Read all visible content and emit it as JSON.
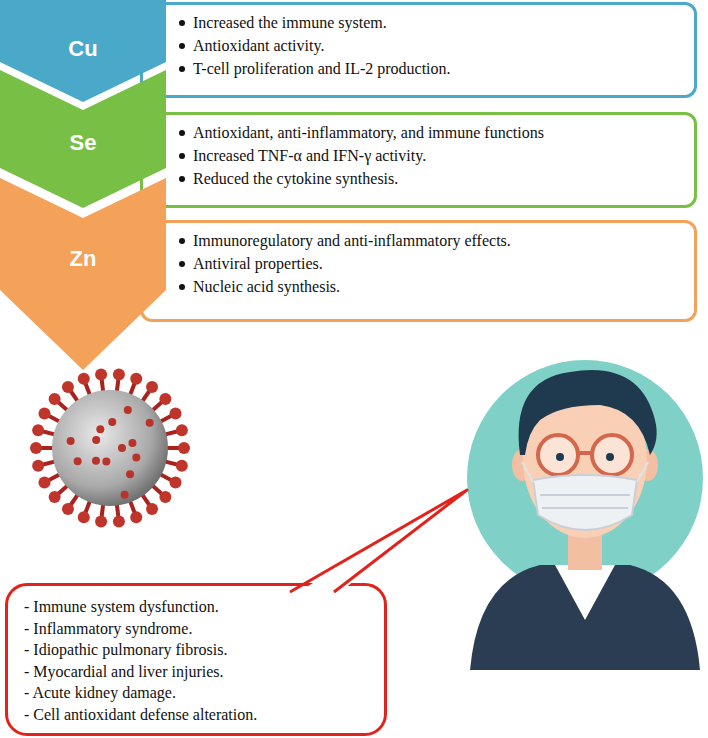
{
  "diagram": {
    "nodes": [
      {
        "text": [
          "Cu"
        ]
      },
      {
        "text": [
          "Increased the immune system.",
          "Antioxidant activity.",
          "T-cell proliferation and IL-2 production."
        ]
      },
      {
        "text": [
          "Se"
        ]
      },
      {
        "text": [
          "Antioxidant, anti-inflammatory, and immune functions",
          "Increased TNF-α and IFN-γ activity.",
          "Reduced the cytokine synthesis."
        ]
      },
      {
        "text": [
          "Zn"
        ]
      },
      {
        "text": [
          "Immunoregulatory and anti-inflammatory effects.",
          "Antiviral properties.",
          "Nucleic acid synthesis."
        ]
      },
      {
        "text": [
          "- Immune system dysfunction.",
          "- Inflammatory syndrome.",
          "- Idiopathic pulmonary fibrosis.",
          "- Myocardial and liver injuries.",
          "- Acute kidney damage.",
          "- Cell antioxidant defense alteration."
        ]
      }
    ]
  }
}
